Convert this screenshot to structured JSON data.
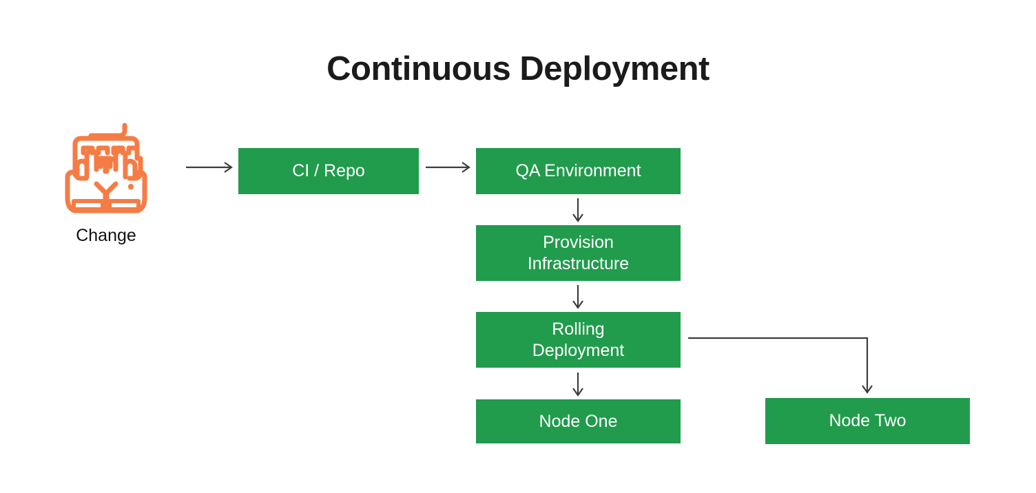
{
  "title": "Continuous Deployment",
  "theme": {
    "background": "#ffffff",
    "box_fill": "#219B4C",
    "box_text": "#ffffff",
    "title_color": "#1b1b1b",
    "icon_color": "#F57C45",
    "connector_color": "#3d3d3d"
  },
  "source": {
    "icon_name": "hands-typing-keyboard-icon",
    "label": "Change"
  },
  "nodes": {
    "ci_repo": {
      "label": "CI / Repo"
    },
    "qa_environment": {
      "label": "QA Environment"
    },
    "provision_infrastructure": {
      "line1": "Provision",
      "line2": "Infrastructure"
    },
    "rolling_deployment": {
      "line1": "Rolling",
      "line2": "Deployment"
    },
    "node_one": {
      "label": "Node One"
    },
    "node_two": {
      "label": "Node Two"
    }
  },
  "connectors": [
    {
      "name": "change-to-ci-repo",
      "from": "Change",
      "to": "CI / Repo",
      "direction": "right"
    },
    {
      "name": "ci-repo-to-qa-environment",
      "from": "CI / Repo",
      "to": "QA Environment",
      "direction": "right"
    },
    {
      "name": "qa-environment-to-provision",
      "from": "QA Environment",
      "to": "Provision Infrastructure",
      "direction": "down"
    },
    {
      "name": "provision-to-rolling",
      "from": "Provision Infrastructure",
      "to": "Rolling Deployment",
      "direction": "down"
    },
    {
      "name": "rolling-to-node-one",
      "from": "Rolling Deployment",
      "to": "Node One",
      "direction": "down"
    },
    {
      "name": "rolling-to-node-two",
      "from": "Rolling Deployment",
      "to": "Node Two",
      "direction": "right-then-down"
    }
  ]
}
